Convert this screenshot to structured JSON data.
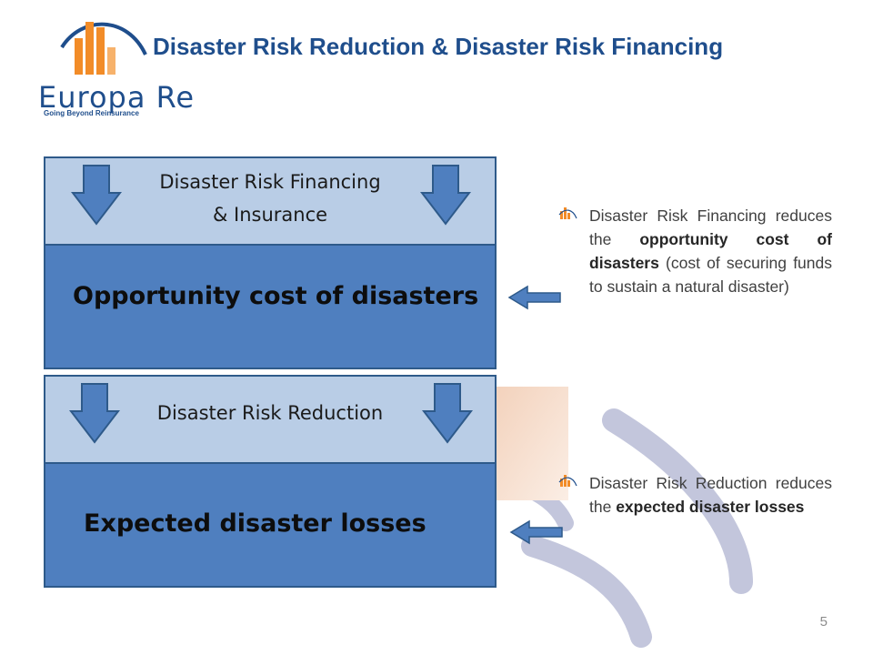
{
  "header": {
    "title": "Disaster Risk Reduction & Disaster Risk Financing",
    "logo_brand": "Europa Re",
    "logo_tagline": "Going Beyond Reinsurance"
  },
  "diagram": {
    "top_block": {
      "header_lines": [
        "Disaster Risk Financing",
        "& Insurance"
      ],
      "body": "Opportunity cost of disasters"
    },
    "bottom_block": {
      "header": "Disaster Risk Reduction",
      "body": "Expected disaster losses"
    }
  },
  "bullets": [
    {
      "before": "Disaster Risk Financing reduces the ",
      "bold": "opportunity cost of disasters",
      "after": " (cost of securing funds to sustain a natural disaster)"
    },
    {
      "before": "Disaster Risk Reduction reduces the ",
      "bold": "expected disaster losses",
      "after": ""
    }
  ],
  "footer": {
    "page_number": "5"
  },
  "colors": {
    "title": "#1f4e8c",
    "light_box": "#b9cde6",
    "dark_box": "#4f7fbf",
    "arrow": "#4f7fbf",
    "swoosh": "#c3c6dc",
    "peach": "#f2cdb4"
  }
}
